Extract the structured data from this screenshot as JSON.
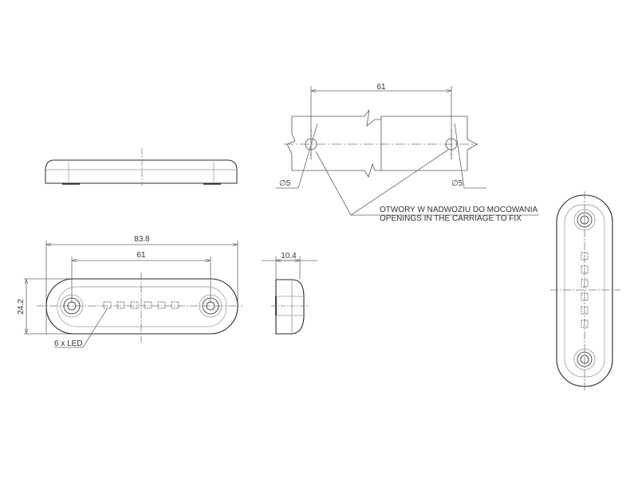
{
  "drawing": {
    "colors": {
      "outline": "#2a2a2a",
      "thin": "#8a8a8a",
      "background": "#ffffff"
    },
    "top_detail": {
      "dim_spacing": "61",
      "hole_left": "∅5",
      "hole_right": "∅5",
      "note_pl": "OTWORY W NADWOZIU DO MOCOWANIA",
      "note_en": "OPENINGS IN THE CARRIAGE TO FIX"
    },
    "front_view": {
      "dim_length": "83.8",
      "dim_hole_spacing": "61",
      "dim_height": "24.2",
      "led_label": "6 x LED",
      "led_count": 6
    },
    "side_view": {
      "dim_depth": "10.4"
    }
  }
}
